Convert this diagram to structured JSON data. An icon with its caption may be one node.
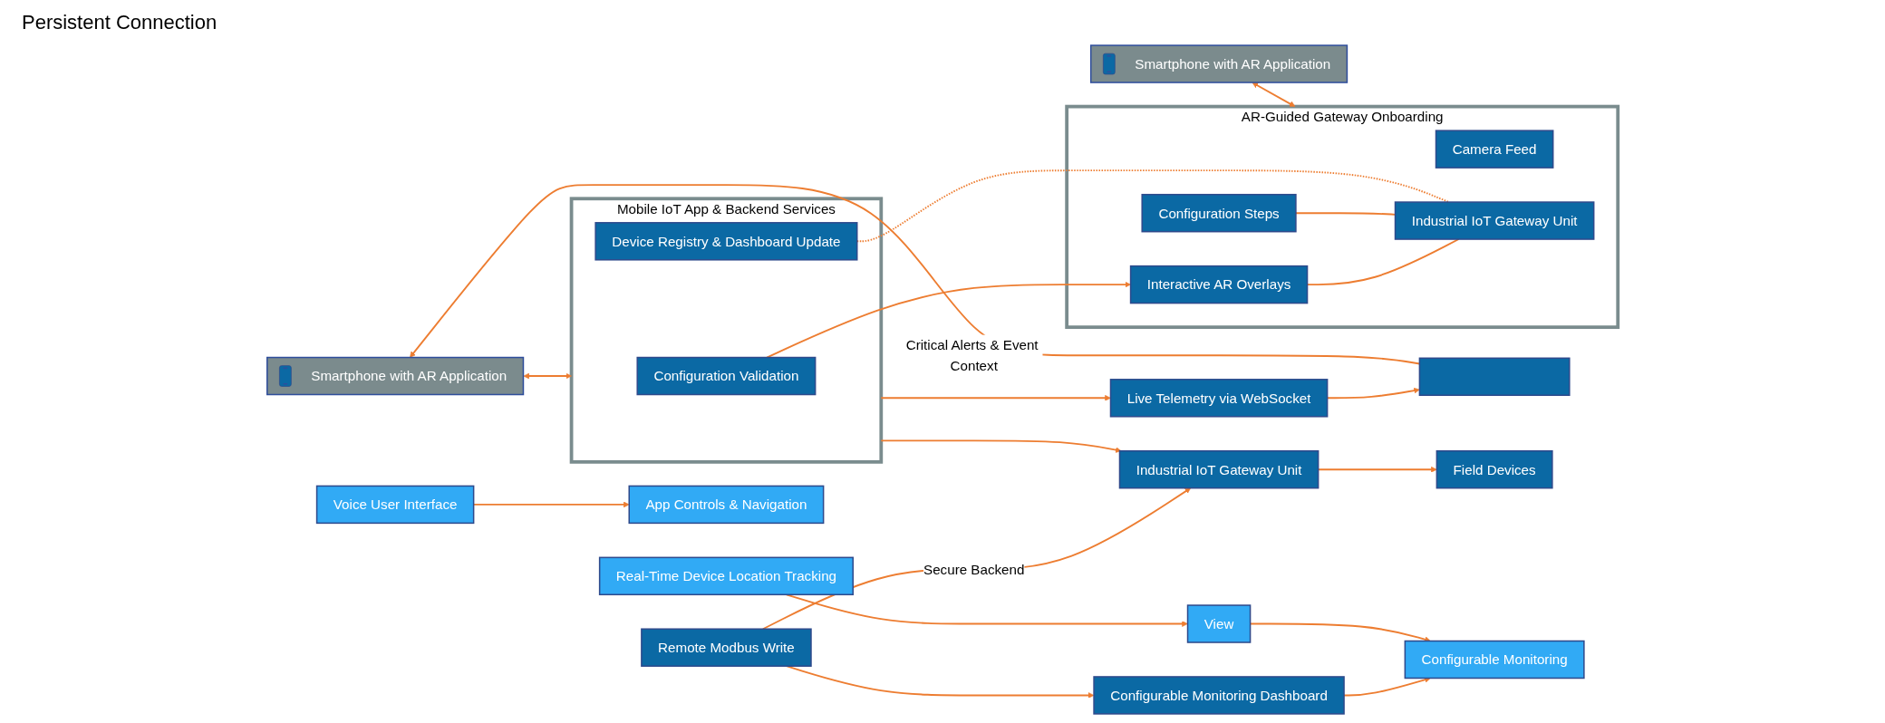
{
  "diagram": {
    "nodes": [
      {
        "text": [
          "Smartphone with AR Application"
        ]
      },
      {
        "text": [
          "Smartphone with AR Application"
        ]
      },
      {
        "text": [
          "AR-Guided Gateway Onboarding"
        ]
      },
      {
        "text": [
          "Camera Feed"
        ],
        "in": 2
      },
      {
        "text": [
          "Interactive AR Overlays"
        ],
        "in": 2
      },
      {
        "text": [
          "Configuration Steps"
        ],
        "in": 2
      },
      {
        "text": [
          "Industrial IoT Gateway Unit"
        ],
        "in": 2
      },
      {
        "text": [
          "Mobile IoT App & Backend Services"
        ]
      },
      {
        "text": [
          "Configuration Validation"
        ],
        "in": 7
      },
      {
        "text": [
          "Device Registry & Dashboard Update"
        ],
        "in": 7
      },
      {
        "text": [
          "Live Telemetry via WebSocket"
        ]
      },
      {
        "text": [],
        "shape": "box"
      },
      {
        "text": [
          "Remote Modbus Write"
        ]
      },
      {
        "text": [
          "Configurable Monitoring Dashboard"
        ]
      },
      {
        "text": [
          "Industrial IoT Gateway Unit"
        ]
      },
      {
        "text": [
          "Field Devices"
        ]
      },
      {
        "text": [
          "Voice User Interface"
        ]
      },
      {
        "text": [
          "App Controls & Navigation"
        ]
      },
      {
        "text": [
          "Real-Time Device Location Tracking"
        ]
      },
      {
        "text": [
          "View"
        ]
      },
      {
        "text": [
          "Configurable Monitoring"
        ]
      }
    ],
    "edges": [
      {
        "from": 0,
        "to": 2,
        "arrow": "both"
      },
      {
        "from": 1,
        "to": 7,
        "arrow": "both"
      },
      {
        "from": 8,
        "to": 4,
        "arrow": "to"
      },
      {
        "from": 4,
        "to": 6,
        "arrow": "none"
      },
      {
        "from": 5,
        "to": 6,
        "arrow": "none"
      },
      {
        "from": 9,
        "to": 6,
        "arrow": "none",
        "style": "dashed"
      },
      {
        "from": 7,
        "to": 10,
        "arrow": "to"
      },
      {
        "from": 7,
        "to": 14,
        "arrow": "to"
      },
      {
        "from": 10,
        "to": 11,
        "arrow": "to"
      },
      {
        "from": 11,
        "to": 1,
        "arrow": "to",
        "label": "Critical Alerts & Event Context"
      },
      {
        "from": 12,
        "to": 13,
        "arrow": "to"
      },
      {
        "from": 12,
        "to": 14,
        "arrow": "to",
        "label": "Secure Backend"
      },
      {
        "from": 14,
        "to": 15,
        "arrow": "to"
      },
      {
        "from": 13,
        "to": 20,
        "arrow": "to"
      },
      {
        "from": 16,
        "to": 17,
        "arrow": "to"
      },
      {
        "from": 18,
        "to": 19,
        "arrow": "to"
      },
      {
        "from": 19,
        "to": 20,
        "arrow": "to"
      }
    ],
    "labels": [
      "Persistent Connection"
    ]
  }
}
